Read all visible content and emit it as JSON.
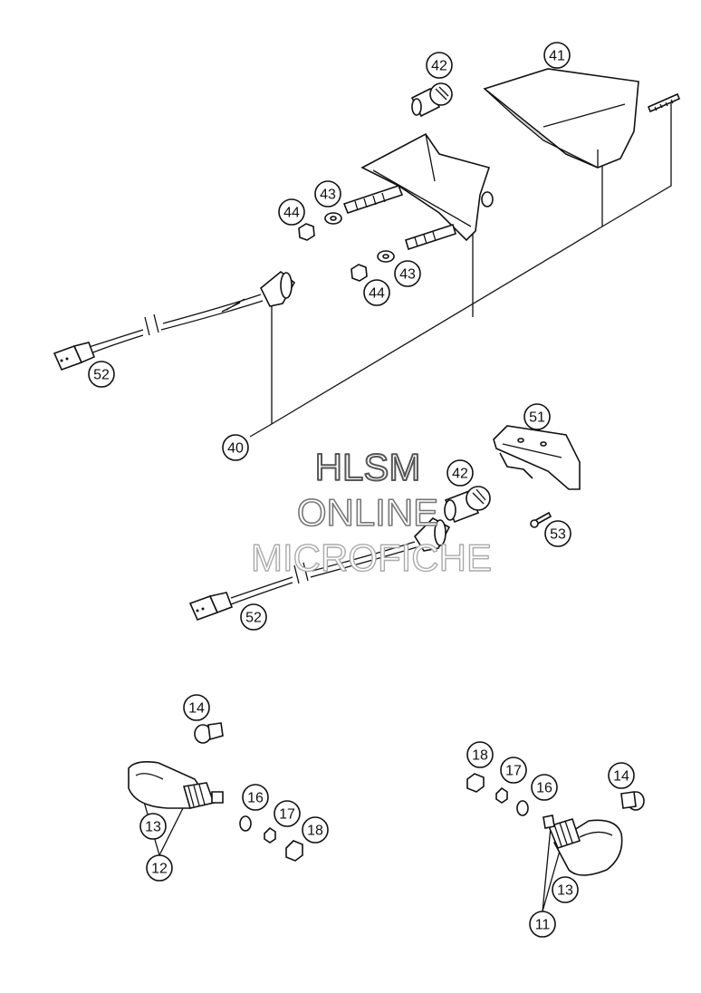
{
  "diagram": {
    "callouts": [
      {
        "id": "c41",
        "label": "41"
      },
      {
        "id": "c42a",
        "label": "42"
      },
      {
        "id": "c43a",
        "label": "43"
      },
      {
        "id": "c44a",
        "label": "44"
      },
      {
        "id": "c43b",
        "label": "43"
      },
      {
        "id": "c44b",
        "label": "44"
      },
      {
        "id": "c52a",
        "label": "52"
      },
      {
        "id": "c40",
        "label": "40"
      },
      {
        "id": "c51",
        "label": "51"
      },
      {
        "id": "c42b",
        "label": "42"
      },
      {
        "id": "c53",
        "label": "53"
      },
      {
        "id": "c52b",
        "label": "52"
      },
      {
        "id": "c14a",
        "label": "14"
      },
      {
        "id": "c13a",
        "label": "13"
      },
      {
        "id": "c12",
        "label": "12"
      },
      {
        "id": "c16a",
        "label": "16"
      },
      {
        "id": "c17a",
        "label": "17"
      },
      {
        "id": "c18a",
        "label": "18"
      },
      {
        "id": "c18b",
        "label": "18"
      },
      {
        "id": "c17b",
        "label": "17"
      },
      {
        "id": "c16b",
        "label": "16"
      },
      {
        "id": "c14b",
        "label": "14"
      },
      {
        "id": "c13b",
        "label": "13"
      },
      {
        "id": "c11",
        "label": "11"
      }
    ]
  },
  "watermark": {
    "line1": "HLSM",
    "line2": "ONLINE",
    "line3": "MICROFICHE"
  }
}
